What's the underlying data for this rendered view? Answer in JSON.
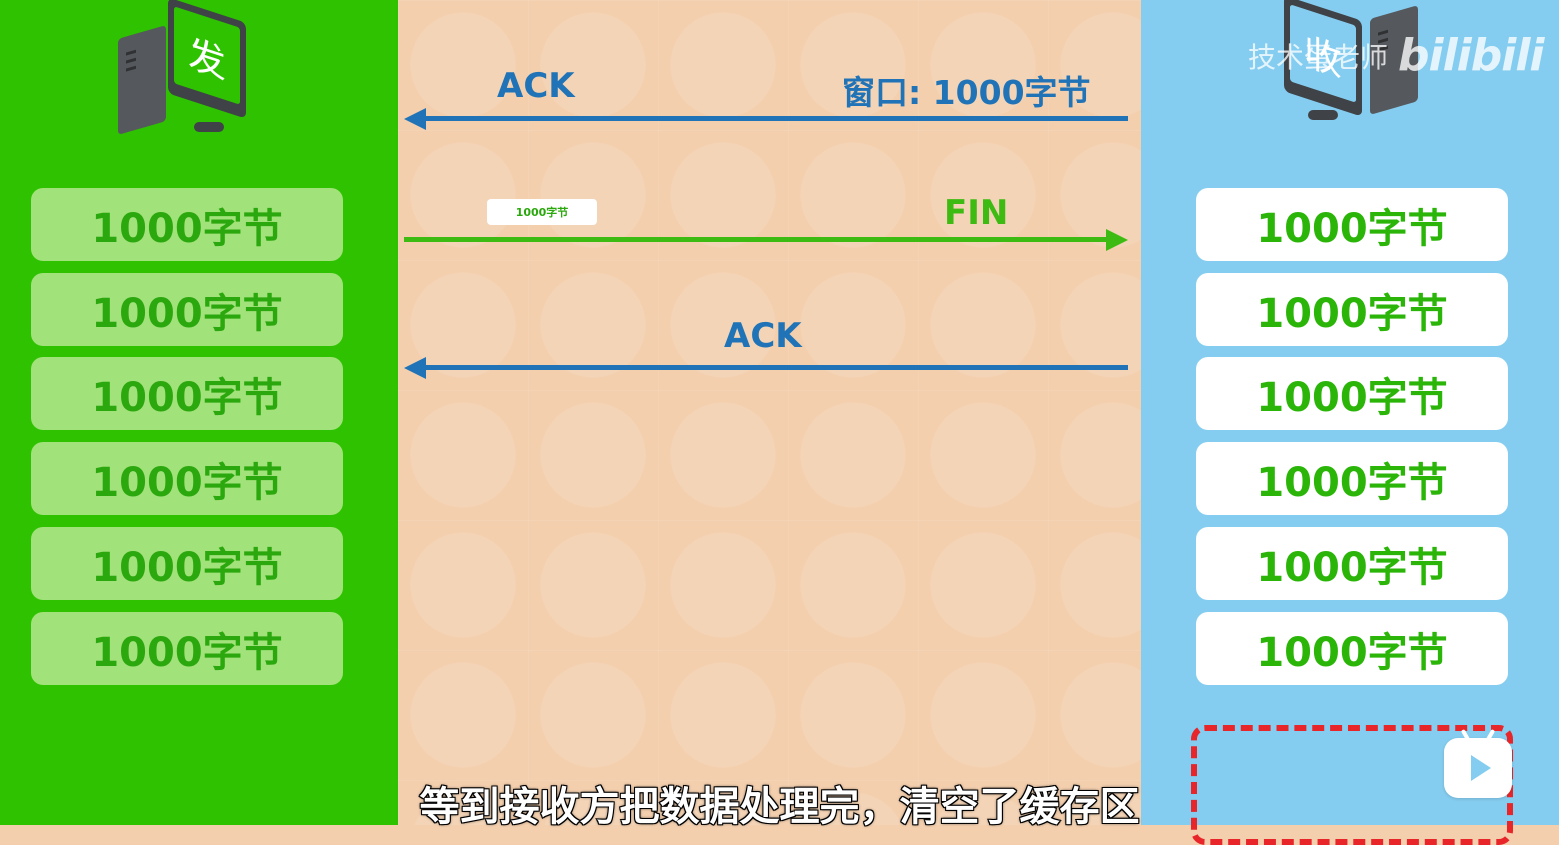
{
  "sender": {
    "screen_label": "发",
    "buffer_blocks": [
      "1000字节",
      "1000字节",
      "1000字节",
      "1000字节",
      "1000字节",
      "1000字节"
    ]
  },
  "receiver": {
    "screen_label": "收",
    "buffer_blocks": [
      "1000字节",
      "1000字节",
      "1000字节",
      "1000字节",
      "1000字节",
      "1000字节"
    ]
  },
  "messages": {
    "ack_top": "ACK",
    "window": "窗口: 1000字节",
    "packet": "1000字节",
    "fin": "FIN",
    "ack_bottom": "ACK"
  },
  "watermark": {
    "author": "技术蛋老师",
    "brand": "bilibili"
  },
  "subtitle": "等到接收方把数据处理完，清空了缓存区",
  "colors": {
    "sender_bg": "#2ec200",
    "middle_bg": "#f3cfae",
    "receiver_bg": "#85cdf0",
    "ack_arrow": "#1f73b6",
    "fin_arrow": "#3dbb12",
    "empty_slot_border": "#e8262a"
  },
  "icons": {
    "sender_computer": "computer-icon",
    "receiver_computer": "computer-icon",
    "player": "bilibili-tv-icon"
  }
}
